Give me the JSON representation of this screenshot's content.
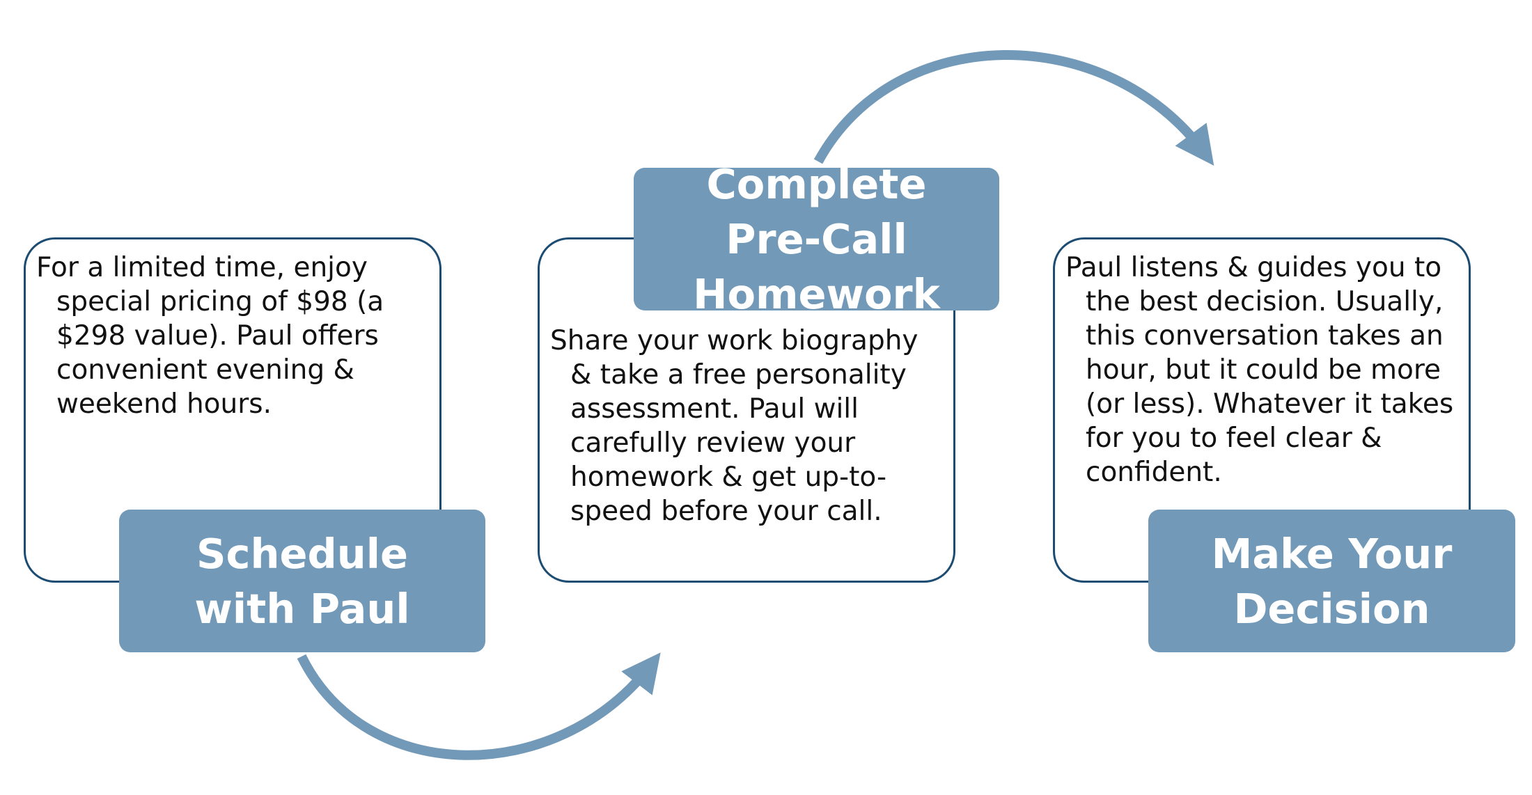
{
  "colors": {
    "box_border": "#1d4c72",
    "label_fill": "#7299b7",
    "arrow": "#7299b7",
    "text": "#111111"
  },
  "steps": [
    {
      "title": "Schedule with Paul",
      "description": "For a limited time, enjoy special pricing of $98 (a $298 value). Paul offers convenient evening & weekend hours."
    },
    {
      "title": "Complete Pre-Call Homework",
      "description": "Share your work biography & take a free personality assessment. Paul will carefully review your homework & get up-to-speed before your call."
    },
    {
      "title": "Make Your Decision",
      "description": "Paul listens & guides you to the best decision. Usually, this conversation takes an hour, but it could be more (or less). Whatever it takes for you to feel clear & confident."
    }
  ]
}
